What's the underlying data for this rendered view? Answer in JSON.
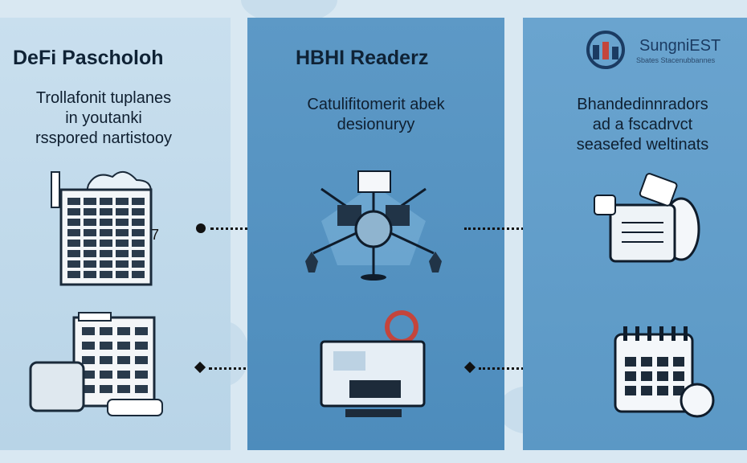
{
  "panels": [
    {
      "title": "DeFi Pascholoh",
      "lines": [
        "Trollafonit tuplanes",
        "in youtanki",
        "rsspored nartistooy"
      ]
    },
    {
      "title": "HBHI Readerz",
      "lines": [
        "Catulifitomerit abek",
        "desionuryy"
      ]
    },
    {
      "title": "",
      "lines": [
        "Bhandedinnradors",
        "ad a fscadrvct",
        "seasefed weltinats"
      ]
    }
  ],
  "logo": {
    "name": "SungniEST",
    "sub": "Sbates Stacenubbannes"
  },
  "annotations": {
    "left_number": "7"
  },
  "icons": {
    "panel_left_top": "spreadsheet-icon",
    "panel_left_bottom": "office-building-icon",
    "panel_mid_top": "globe-network-icon",
    "panel_mid_bottom": "computer-monitor-icon",
    "panel_right_top": "document-books-icon",
    "panel_right_bottom": "calendar-icon"
  },
  "colors": {
    "left": "#c9dfee",
    "middle": "#5d99c6",
    "right": "#6aa4cf",
    "ink": "#0f2235"
  }
}
